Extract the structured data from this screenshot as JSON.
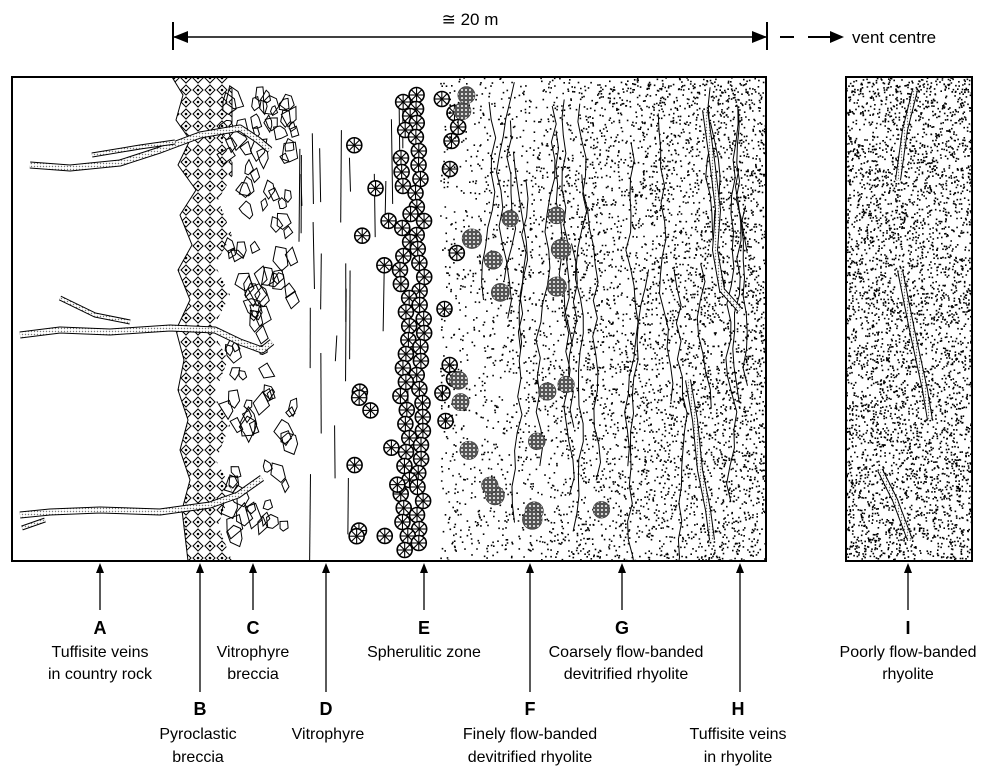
{
  "scale": {
    "label": "≅ 20 m",
    "direction_label": "vent centre"
  },
  "zones": [
    {
      "id": "A",
      "lines": [
        "Tuffisite veins",
        "in country rock"
      ]
    },
    {
      "id": "B",
      "lines": [
        "Pyroclastic",
        "breccia"
      ]
    },
    {
      "id": "C",
      "lines": [
        "Vitrophyre",
        "breccia"
      ]
    },
    {
      "id": "D",
      "lines": [
        "Vitrophyre"
      ]
    },
    {
      "id": "E",
      "lines": [
        "Spherulitic zone"
      ]
    },
    {
      "id": "F",
      "lines": [
        "Finely flow-banded",
        "devitrified rhyolite"
      ]
    },
    {
      "id": "G",
      "lines": [
        "Coarsely flow-banded",
        "devitrified rhyolite"
      ]
    },
    {
      "id": "H",
      "lines": [
        "Tuffisite veins",
        "in rhyolite"
      ]
    },
    {
      "id": "I",
      "lines": [
        "Poorly flow-banded",
        "rhyolite"
      ]
    }
  ],
  "colors": {
    "ink": "#000000",
    "paper": "#ffffff"
  }
}
